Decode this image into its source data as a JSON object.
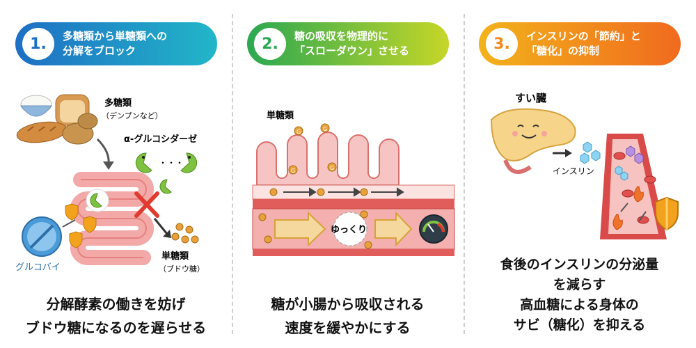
{
  "panels": [
    {
      "number": "1.",
      "title_lines": [
        "多糖類から単糖類への",
        "分解をブロック"
      ],
      "labels": {
        "polysaccharide": "多糖類",
        "polysaccharide_note": "（デンプンなど）",
        "enzyme": "α-グルコシダーゼ",
        "enzyme_dots": "・・・",
        "drug": "グルコバイ",
        "monosaccharide": "単糖類",
        "monosaccharide_note": "（ブドウ糖）"
      },
      "caption_lines": [
        "分解酵素の働きを妨げ",
        "ブドウ糖になるのを遅らせる"
      ],
      "accent_color": "#1e6fc4"
    },
    {
      "number": "2.",
      "title_lines": [
        "糖の吸収を物理的に",
        "「スローダウン」させる"
      ],
      "labels": {
        "monosaccharide": "単糖類",
        "glucose_symbol": "G",
        "slow": "ゆっくり"
      },
      "caption_lines": [
        "糖が小腸から吸収される",
        "速度を緩やかにする"
      ],
      "accent_color": "#2aa851"
    },
    {
      "number": "3.",
      "title_lines": [
        "インスリンの「節約」と",
        "「糖化」の抑制"
      ],
      "labels": {
        "pancreas": "すい臓",
        "insulin": "インスリン"
      },
      "caption_lines": [
        "食後のインスリンの分泌量",
        "を減らす",
        "高血糖による身体の",
        "サビ（糖化）を抑える"
      ],
      "accent_color": "#f08a1e"
    }
  ],
  "colors": {
    "enzyme_green": "#7fc241",
    "intestine_pink": "#f2a9a8",
    "glucose_orange": "#e9a23b",
    "shield_orange": "#f3a21e",
    "block_red": "#e03b2f",
    "pill_blue": "#4a9bd8"
  }
}
